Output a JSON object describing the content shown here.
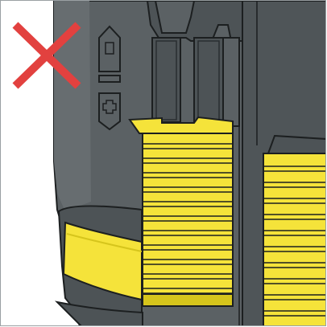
{
  "figure": {
    "type": "illustration",
    "subject": "battery-lock-incorrect-usage",
    "status": "incorrect",
    "mark": "red-x"
  },
  "colors": {
    "housing_dark": "#4d5356",
    "housing_mid": "#5b6164",
    "housing_light": "#676d70",
    "yellow": "#f5e33a",
    "yellow_shade": "#d6c51c",
    "outline": "#1c1f20",
    "cross": "#e2413f",
    "background": "#ffffff"
  },
  "symbols": {
    "top": "minus-symbol",
    "middle": "minus-symbol",
    "bottom": "plus-symbol"
  }
}
